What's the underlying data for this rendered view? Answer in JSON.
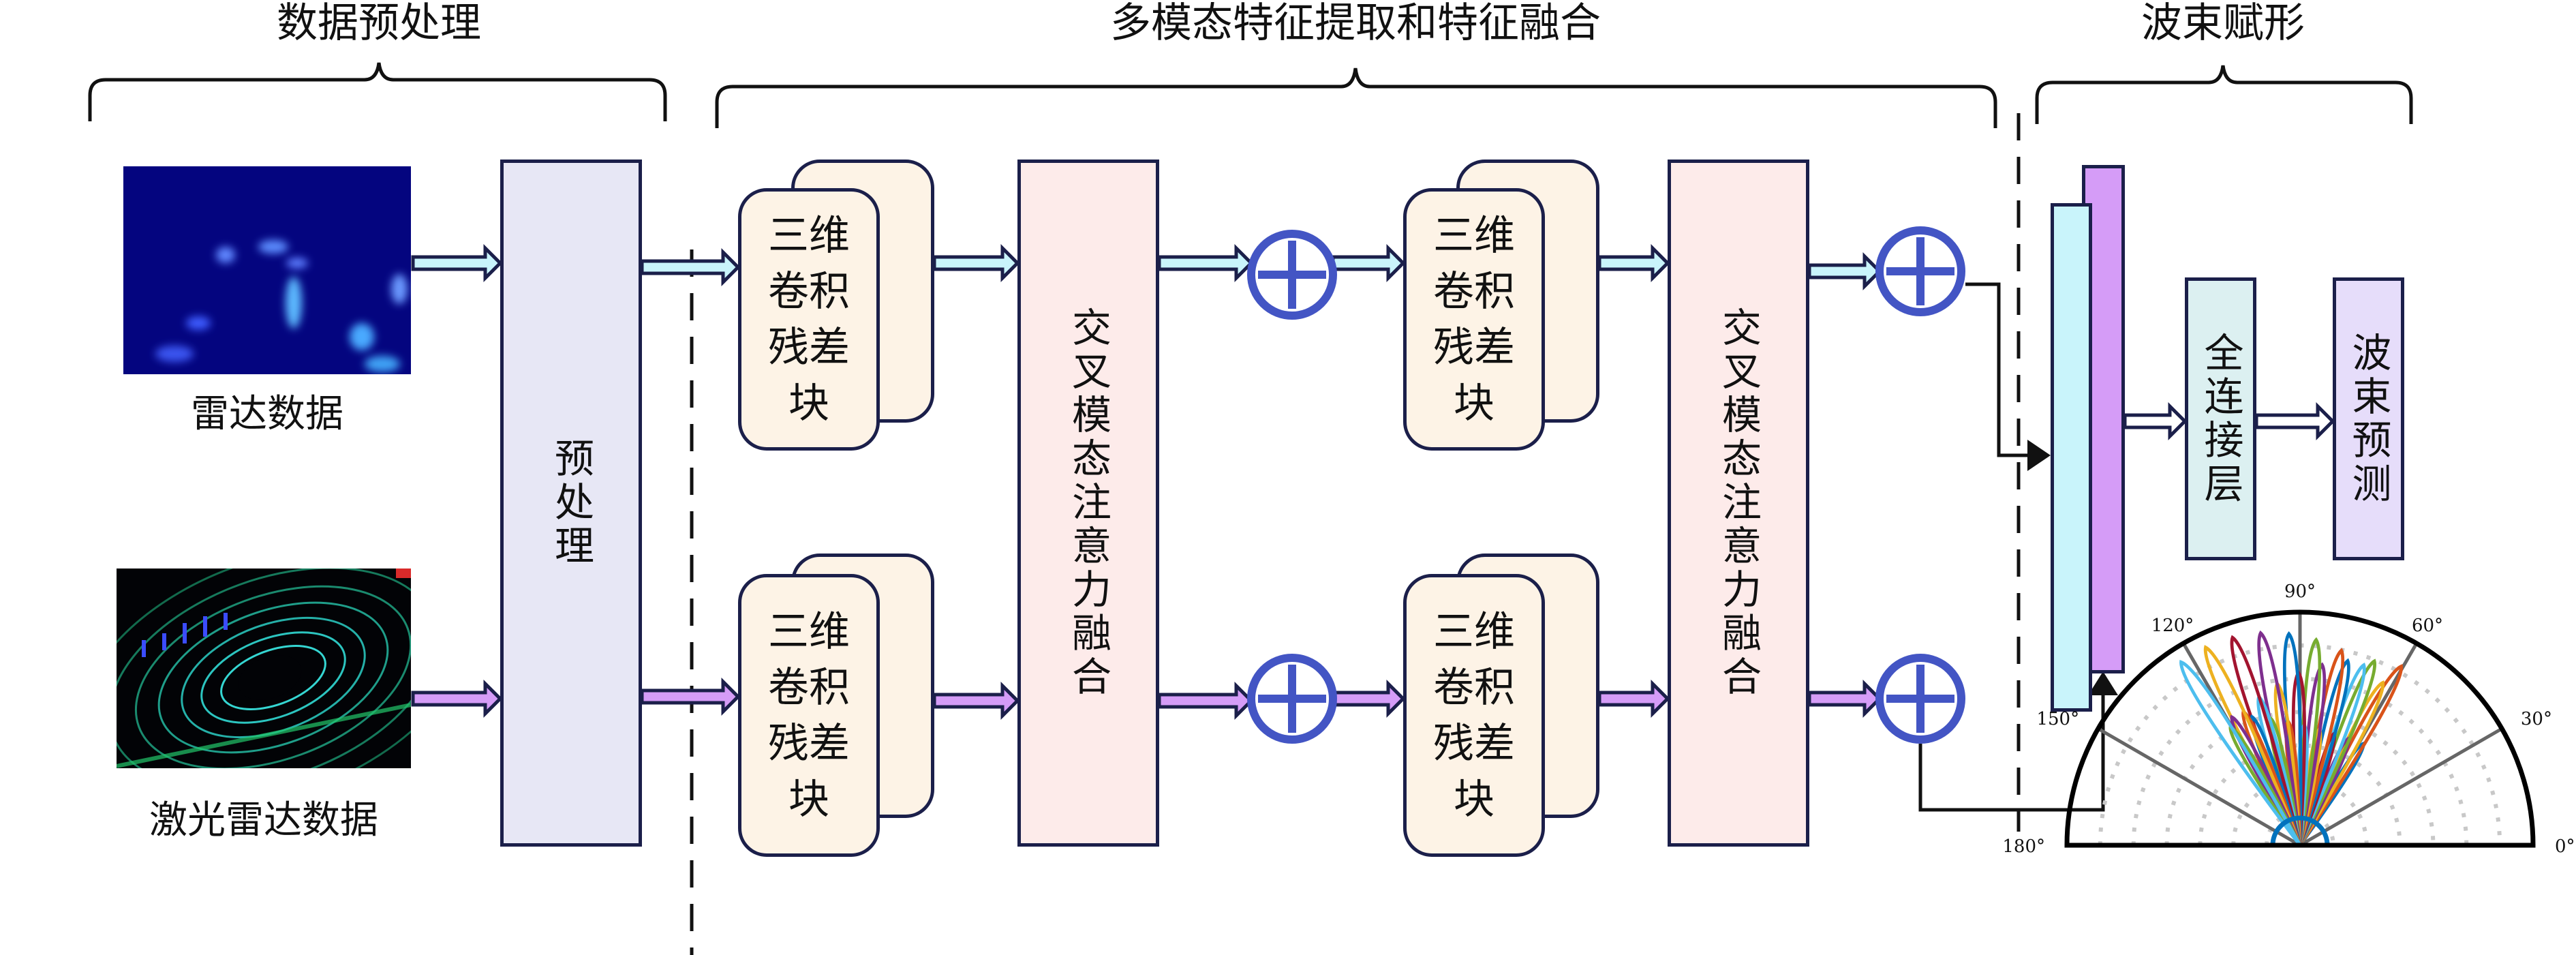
{
  "sections": {
    "preprocess_title": "数据预处理",
    "feature_title": "多模态特征提取和特征融合",
    "beamforming_title": "波束赋形"
  },
  "inputs": {
    "radar_caption": "雷达数据",
    "lidar_caption": "激光雷达数据"
  },
  "blocks": {
    "preprocess": "预处理",
    "res_block_lines": [
      "三维",
      "卷积",
      "残差",
      "块"
    ],
    "cross_modal": "交叉模态注意力融合",
    "fully_connected": "全连接层",
    "beam_prediction": "波束预测"
  },
  "colors": {
    "radar_stream": "#c9f4fb",
    "lidar_stream": "#d59cf7",
    "plus_circle": "#4355c4",
    "outline": "#1b1f4a"
  },
  "polar_plot": {
    "angle_labels": [
      "0°",
      "30°",
      "60°",
      "90°",
      "120°",
      "150°",
      "180°"
    ]
  }
}
